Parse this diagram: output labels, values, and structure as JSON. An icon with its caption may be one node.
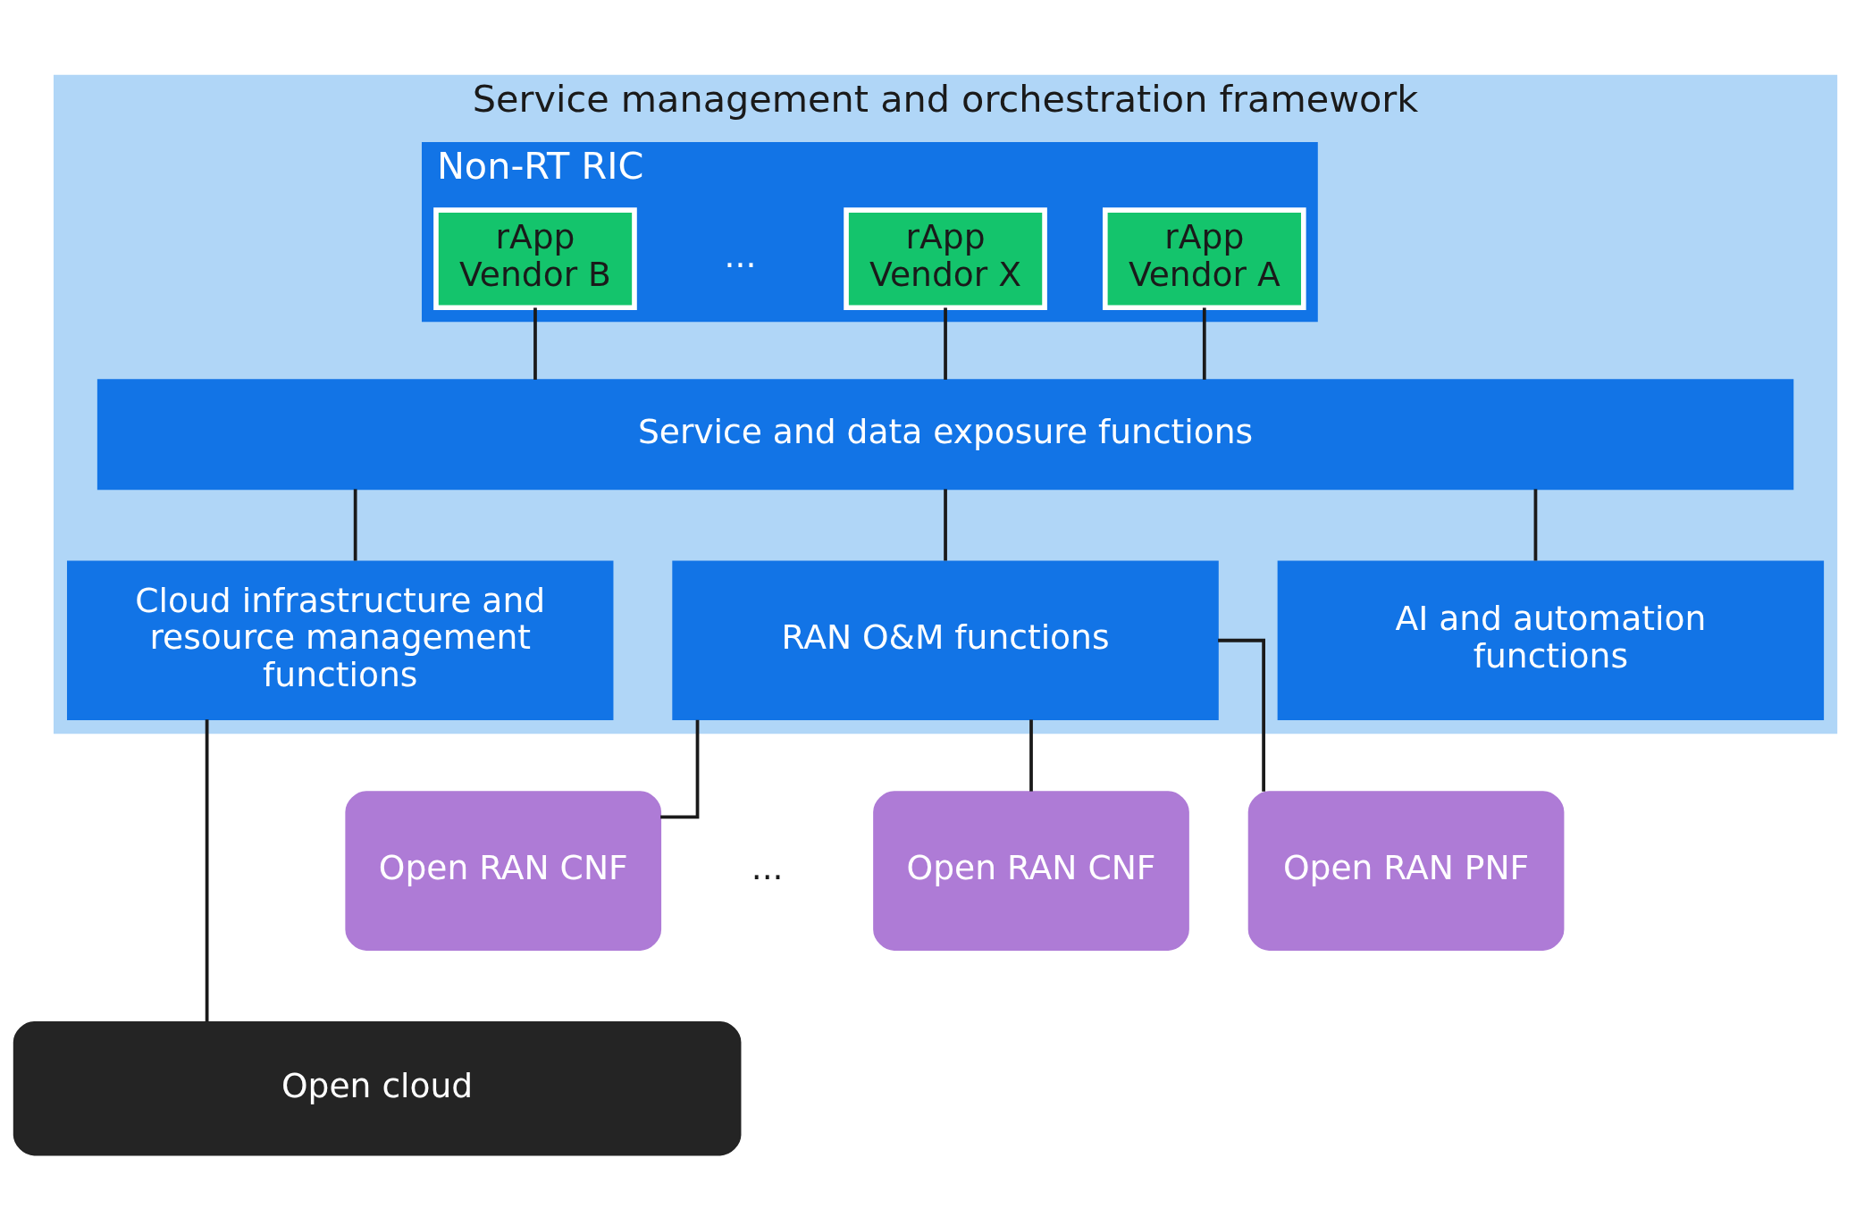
{
  "diagram": {
    "nodes": [
      {
        "text": [
          "Service management and orchestration framework"
        ]
      },
      {
        "text": [
          "Non-RT RIC"
        ],
        "in": 0
      },
      {
        "text": [
          "rApp",
          "Vendor A"
        ],
        "in": 1
      },
      {
        "text": [
          "rApp",
          "Vendor B"
        ],
        "in": 1
      },
      {
        "text": [
          "rApp",
          "Vendor X"
        ],
        "in": 1
      },
      {
        "text": [
          "Service and data exposure functions"
        ],
        "in": 0
      },
      {
        "text": [
          "Cloud infrastructure and resource management functions"
        ],
        "in": 0
      },
      {
        "text": [
          "RAN O&M functions"
        ],
        "in": 0
      },
      {
        "text": [
          "AI and automation functions"
        ],
        "in": 0
      },
      {
        "text": [
          "Open RAN CNF"
        ]
      },
      {
        "text": [
          "Open RAN CNF"
        ]
      },
      {
        "text": [
          "Open RAN PNF"
        ]
      },
      {
        "text": [
          "Open cloud"
        ]
      }
    ],
    "edges": [
      {
        "from": 2,
        "to": 5,
        "arrow": "none"
      },
      {
        "from": 3,
        "to": 5,
        "arrow": "none"
      },
      {
        "from": 4,
        "to": 5,
        "arrow": "none"
      },
      {
        "from": 5,
        "to": 6,
        "arrow": "none"
      },
      {
        "from": 5,
        "to": 7,
        "arrow": "none"
      },
      {
        "from": 5,
        "to": 8,
        "arrow": "none"
      },
      {
        "from": 7,
        "to": 9,
        "arrow": "none"
      },
      {
        "from": 7,
        "to": 10,
        "arrow": "none"
      },
      {
        "from": 7,
        "to": 11,
        "arrow": "none"
      },
      {
        "from": 6,
        "to": 12,
        "arrow": "none"
      }
    ],
    "labels": [
      "...",
      "..."
    ]
  }
}
